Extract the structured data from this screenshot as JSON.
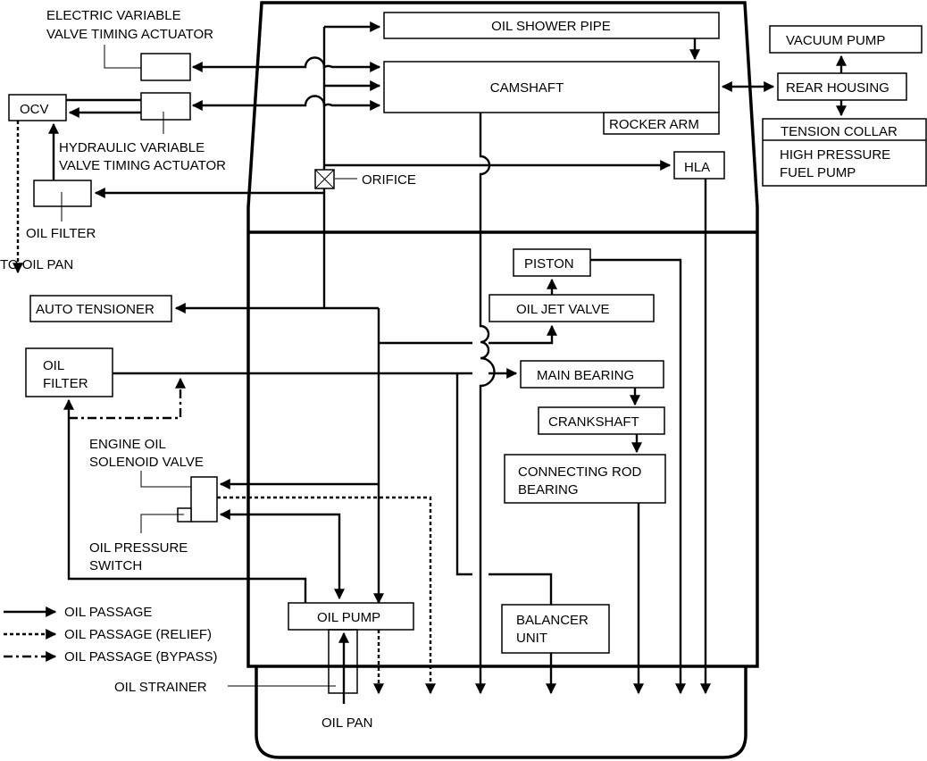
{
  "diagram": {
    "title": "Engine Oil Flow Diagram",
    "components": {
      "electric_vvt": [
        "ELECTRIC VARIABLE",
        "VALVE TIMING ACTUATOR"
      ],
      "hydraulic_vvt": [
        "HYDRAULIC VARIABLE",
        "VALVE TIMING ACTUATOR"
      ],
      "ocv": "OCV",
      "oil_filter_upper": "OIL FILTER",
      "to_oil_pan": "TO OIL PAN",
      "oil_shower_pipe": "OIL SHOWER PIPE",
      "camshaft": "CAMSHAFT",
      "rocker_arm": "ROCKER ARM",
      "orifice": "ORIFICE",
      "hla": "HLA",
      "vacuum_pump": "VACUUM PUMP",
      "rear_housing": "REAR HOUSING",
      "tension_collar": "TENSION COLLAR",
      "high_pressure_fuel_pump": [
        "HIGH PRESSURE",
        "FUEL PUMP"
      ],
      "auto_tensioner": "AUTO TENSIONER",
      "oil_filter_lower": [
        "OIL",
        "FILTER"
      ],
      "engine_oil_solenoid_valve": [
        "ENGINE OIL",
        "SOLENOID VALVE"
      ],
      "oil_pressure_switch": [
        "OIL PRESSURE",
        "SWITCH"
      ],
      "piston": "PISTON",
      "oil_jet_valve": "OIL JET VALVE",
      "main_bearing": "MAIN BEARING",
      "crankshaft": "CRANKSHAFT",
      "connecting_rod_bearing": [
        "CONNECTING ROD",
        "BEARING"
      ],
      "balancer_unit": [
        "BALANCER",
        "UNIT"
      ],
      "oil_pump": "OIL PUMP",
      "oil_strainer": "OIL STRAINER",
      "oil_pan": "OIL PAN"
    },
    "legend": [
      {
        "style": "solid",
        "label": "OIL PASSAGE"
      },
      {
        "style": "dotted",
        "label": "OIL PASSAGE (RELIEF)"
      },
      {
        "style": "dash-dot",
        "label": "OIL PASSAGE (BYPASS)"
      }
    ]
  }
}
